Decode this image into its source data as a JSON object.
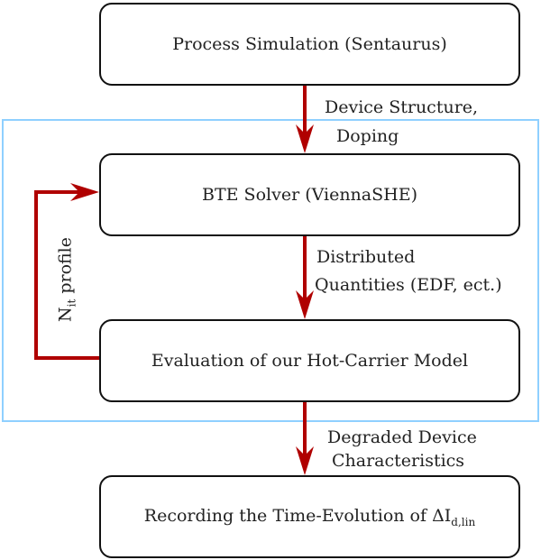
{
  "boxes": {
    "process": "Process Simulation (Sentaurus)",
    "bte": "BTE Solver (ViennaSHE)",
    "evaluation": "Evaluation of our Hot-Carrier Model",
    "recording_main": "Recording the Time-Evolution of ΔI",
    "recording_sub": "d,lin"
  },
  "edges": {
    "e1_line1": "Device Structure,",
    "e1_line2": "Doping",
    "e2_line1": "Distributed",
    "e2_line2": "Quantities (EDF, ect.)",
    "e3_line1": "Degraded Device",
    "e3_line2": "Characteristics",
    "feedback_main": "N",
    "feedback_sub": "it",
    "feedback_rest": " profile"
  },
  "colors": {
    "arrow": "#b00000",
    "group_border": "#8fd0ff",
    "box_border": "#111111"
  }
}
